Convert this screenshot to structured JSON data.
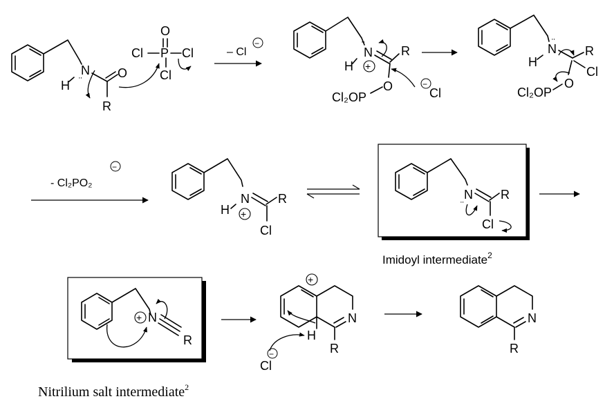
{
  "atoms": {
    "N": "N",
    "H": "H",
    "O": "O",
    "R": "R",
    "P": "P",
    "Cl": "Cl",
    "Cl2OP": "Cl₂OP",
    "charge_plus": "+",
    "charge_minus": "−",
    "lone_pair": "¨"
  },
  "conditions": {
    "minus_cl": "– Cl",
    "minus_cl2po2": "- Cl₂PO₂"
  },
  "labels": {
    "imidoyl": "Imidoyl intermediate",
    "imidoyl_sup": "2",
    "nitrilium": "Nitrilium salt intermediate",
    "nitrilium_sup": "2"
  }
}
